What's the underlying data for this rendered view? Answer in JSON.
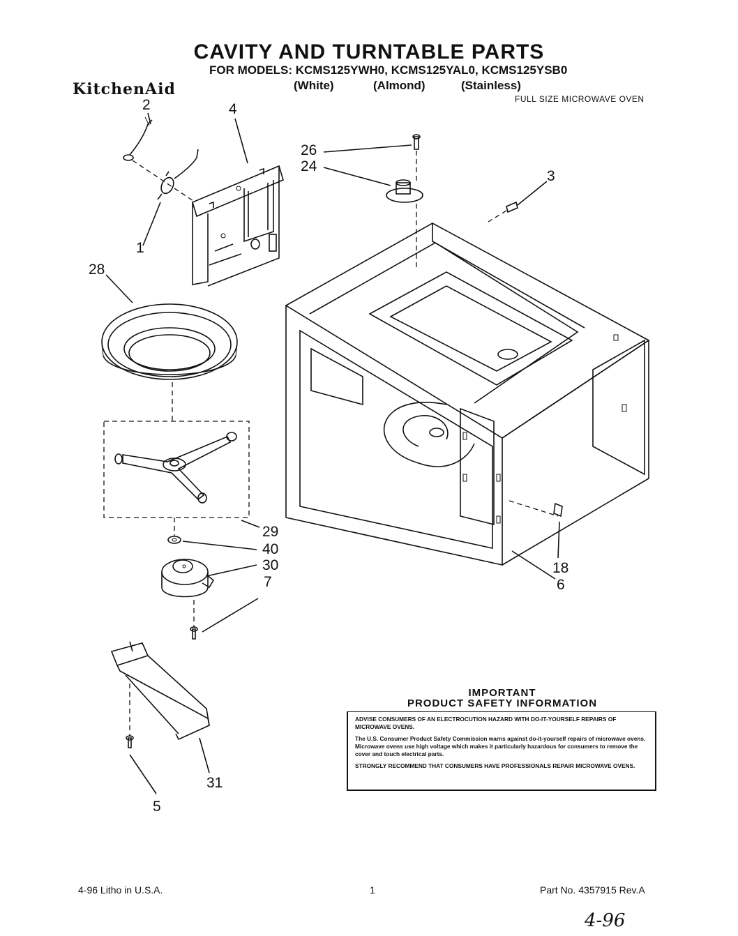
{
  "header": {
    "title": "CAVITY AND TURNTABLE PARTS",
    "models": "FOR MODELS: KCMS125YWH0, KCMS125YAL0, KCMS125YSB0",
    "brand": "KitchenAid",
    "colors": [
      "(White)",
      "(Almond)",
      "(Stainless)"
    ],
    "subtitle": "FULL SIZE MICROWAVE OVEN"
  },
  "callouts": {
    "c1": "1",
    "c2": "2",
    "c3": "3",
    "c4": "4",
    "c5": "5",
    "c6": "6",
    "c7": "7",
    "c18": "18",
    "c24": "24",
    "c26": "26",
    "c28": "28",
    "c29": "29",
    "c30": "30",
    "c31": "31",
    "c40": "40"
  },
  "safety": {
    "heading1": "IMPORTANT",
    "heading2": "PRODUCT SAFETY INFORMATION",
    "para1": "ADVISE CONSUMERS OF AN ELECTROCUTION HAZARD WITH DO-IT-YOURSELF REPAIRS OF MICROWAVE OVENS.",
    "para2": "The U.S. Consumer Product Safety Commission warns against do-it-yourself repairs of microwave ovens. Microwave ovens use high voltage which makes it particularly hazardous for consumers to remove the cover and touch electrical parts.",
    "para3": "STRONGLY RECOMMEND THAT CONSUMERS HAVE PROFESSIONALS REPAIR MICROWAVE OVENS."
  },
  "footer": {
    "left": "4-96  Litho in U.S.A.",
    "center": "1",
    "right": "Part No. 4357915  Rev.A",
    "handwritten": "4-96"
  }
}
